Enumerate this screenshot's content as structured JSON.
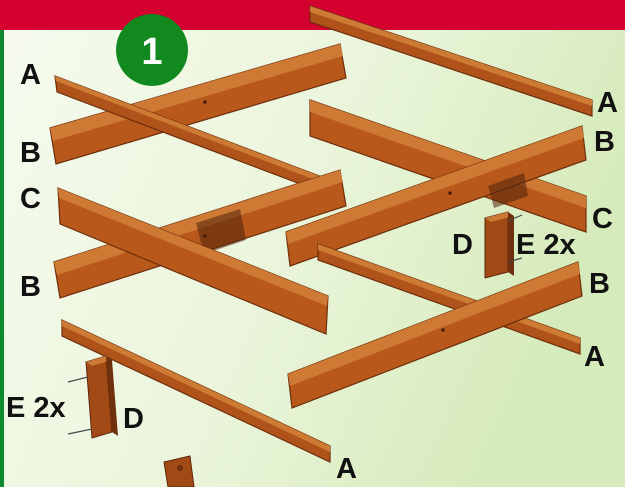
{
  "step_number": "1",
  "colors": {
    "top_bar": "#d4002f",
    "left_stripe": "#0b8a2e",
    "step_badge": "#12891f",
    "background_light": "#f3f9e8",
    "background_green": "#d7ecbb",
    "wood_face": "#b8581b",
    "wood_top": "#cf7a34",
    "wood_dark": "#7a3410"
  },
  "labels": {
    "a_top_left": "A",
    "b_upper_left": "B",
    "c_left": "C",
    "b_lower_left": "B",
    "e_left": "E 2x",
    "d_left": "D",
    "a_bottom": "A",
    "a_top_right": "A",
    "b_upper_right": "B",
    "c_right": "C",
    "d_right": "D",
    "e_right": "E 2x",
    "b_right": "B",
    "a_right": "A"
  }
}
